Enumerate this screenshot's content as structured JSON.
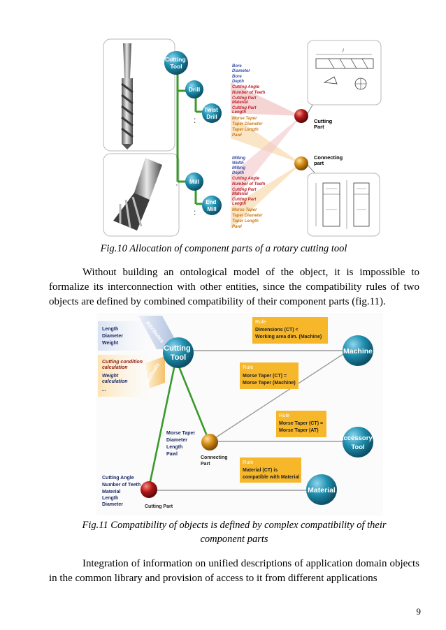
{
  "fig10": {
    "caption": "Fig.10 Allocation of component parts of a rotary cutting tool",
    "nodes": {
      "cutting_tool": [
        "Cutting",
        "Tool"
      ],
      "drill": "Drill",
      "twist_drill": [
        "Twist",
        "Drill"
      ],
      "mill": "Mill",
      "end_mill": [
        "End",
        "Mill"
      ],
      "cutting_part": [
        "Cutting",
        "Part"
      ],
      "connecting_part": [
        "Connecting",
        "part"
      ]
    },
    "drill_attrs_blue": [
      [
        "Bore",
        "Diameter"
      ],
      [
        "Bore",
        "Depth"
      ]
    ],
    "drill_attrs_cutting": [
      [
        "Cutting Angle"
      ],
      [
        "Number of Teeth"
      ],
      [
        "Cutting Part",
        "Material"
      ],
      [
        "Cutting Part",
        "Length"
      ]
    ],
    "drill_attrs_connecting": [
      "Morse Taper",
      "Taper Diameter",
      "Taper Length",
      "Pawl"
    ],
    "mill_attrs_blue": [
      [
        "Milling",
        "Width"
      ],
      [
        "Milling",
        "Depth"
      ]
    ],
    "mill_attrs_cutting": [
      [
        "Cutting Angle"
      ],
      [
        "Number of Teeth"
      ],
      [
        "Cutting Part",
        "Material"
      ],
      [
        "Cutting Part",
        "Length"
      ]
    ],
    "mill_attrs_connecting": [
      "Morse Taper",
      "Taper Diameter",
      "Taper Length",
      "Pawl"
    ],
    "drawing_label": "l"
  },
  "paragraph1": "Without building an ontological model of the object, it is impossible to formalize its interconnection with other entities, since the compatibility rules of two objects are defined by combined compatibility of their component parts (fig.11).",
  "fig11": {
    "caption_line1": "Fig.11 Compatibility of objects is defined by complex compatibility of their",
    "caption_line2": "component parts",
    "attributes_tab": "Attributes",
    "methods_tab": "Methods",
    "attributes": [
      "Length",
      "Diameter",
      "Weight"
    ],
    "methods": [
      [
        "Cutting condition",
        "calculation"
      ],
      [
        "Weight",
        "calculation"
      ],
      [
        "..."
      ]
    ],
    "nodes": {
      "cutting_tool": [
        "Cutting",
        "Tool"
      ],
      "machine": "Machine",
      "accessory_tool": [
        "Accessory",
        "Tool"
      ],
      "material": "Material",
      "connecting_part": [
        "Connecting",
        "Part"
      ],
      "cutting_part": "Cutting Part"
    },
    "connecting_attrs": [
      "Morse Taper",
      "Diameter",
      "Length",
      "Pawl"
    ],
    "cutting_attrs": [
      "Cutting Angle",
      "Number of Teeth",
      "Material",
      "Length",
      "Diameter"
    ],
    "rules": [
      {
        "title": "Rule",
        "lines": [
          "Dimensions (CT) <",
          "Working area dim. (Machine)"
        ]
      },
      {
        "title": "Rule",
        "lines": [
          "Morse Taper (CT) =",
          "Morse Taper (Machine)"
        ]
      },
      {
        "title": "Rule",
        "lines": [
          "Morse Taper (CT) =",
          "Morse Taper (AT)"
        ]
      },
      {
        "title": "Rule",
        "lines": [
          "Material (CT) is",
          "compatible with Material"
        ]
      }
    ]
  },
  "paragraph2": "Integration of information on unified descriptions of application domain objects in the common library and provision of access to it from different applications",
  "page_number": "9",
  "colors": {
    "green_line": "#3a9a2a",
    "teal_node": "#1f8fae",
    "red_node": "#b01818",
    "orange_node": "#d38a14",
    "rule_box": "#f6b72b",
    "attr_blue": "#3a4fa8",
    "attr_red": "#c0202a",
    "attr_orange": "#cf7a12"
  }
}
